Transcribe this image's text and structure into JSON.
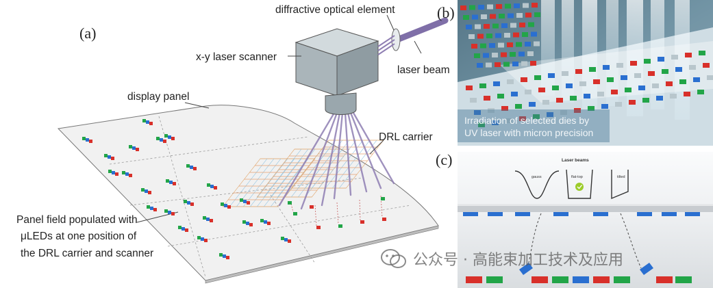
{
  "panels": {
    "a": "(a)",
    "b": "(b)",
    "c": "(c)"
  },
  "labels": {
    "doe": "diffractive optical element",
    "scanner": "x-y laser scanner",
    "beam": "laser beam",
    "display_panel": "display panel",
    "drl_carrier": "DRL carrier",
    "panel_field_1": "Panel field populated with",
    "panel_field_2": "μLEDs at one position of",
    "panel_field_3": "the DRL carrier and scanner"
  },
  "photo_b": {
    "caption_1": "Irradiation of selected dies by",
    "caption_2": "UV laser with micron precision"
  },
  "panel_c": {
    "title": "Laser beams",
    "profile_1": "gauss",
    "profile_2": "flat-top",
    "profile_3": "tilted"
  },
  "watermark": "公众号 · 高能束加工技术及应用",
  "colors": {
    "red": "#d8302a",
    "green": "#22a548",
    "blue": "#2a6fd0",
    "beam": "#8f7fb3",
    "accent_check": "#9ccc2b"
  }
}
